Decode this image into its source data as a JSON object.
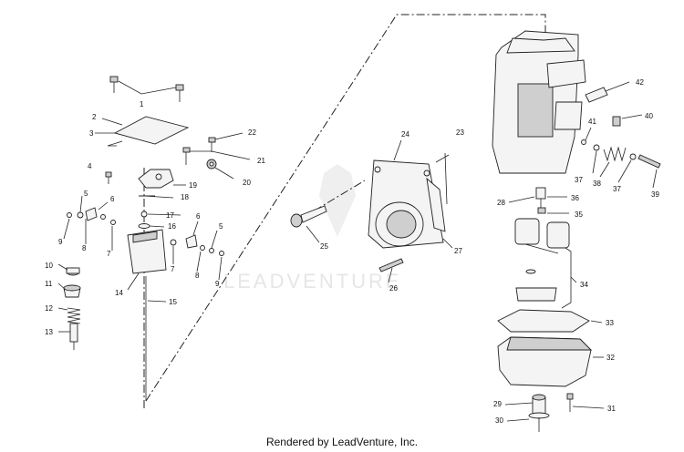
{
  "footer": {
    "text": "Rendered by LeadVenture, Inc."
  },
  "watermark": {
    "text": "LEADVENTURE"
  },
  "callouts": [
    "1",
    "2",
    "3",
    "4",
    "5",
    "6",
    "7",
    "8",
    "9",
    "10",
    "11",
    "12",
    "13",
    "14",
    "15",
    "16",
    "17",
    "18",
    "19",
    "20",
    "21",
    "22",
    "23",
    "24",
    "25",
    "26",
    "27",
    "28",
    "29",
    "30",
    "31",
    "32",
    "33",
    "34",
    "35",
    "36",
    "37",
    "38",
    "39",
    "40",
    "41",
    "42"
  ]
}
